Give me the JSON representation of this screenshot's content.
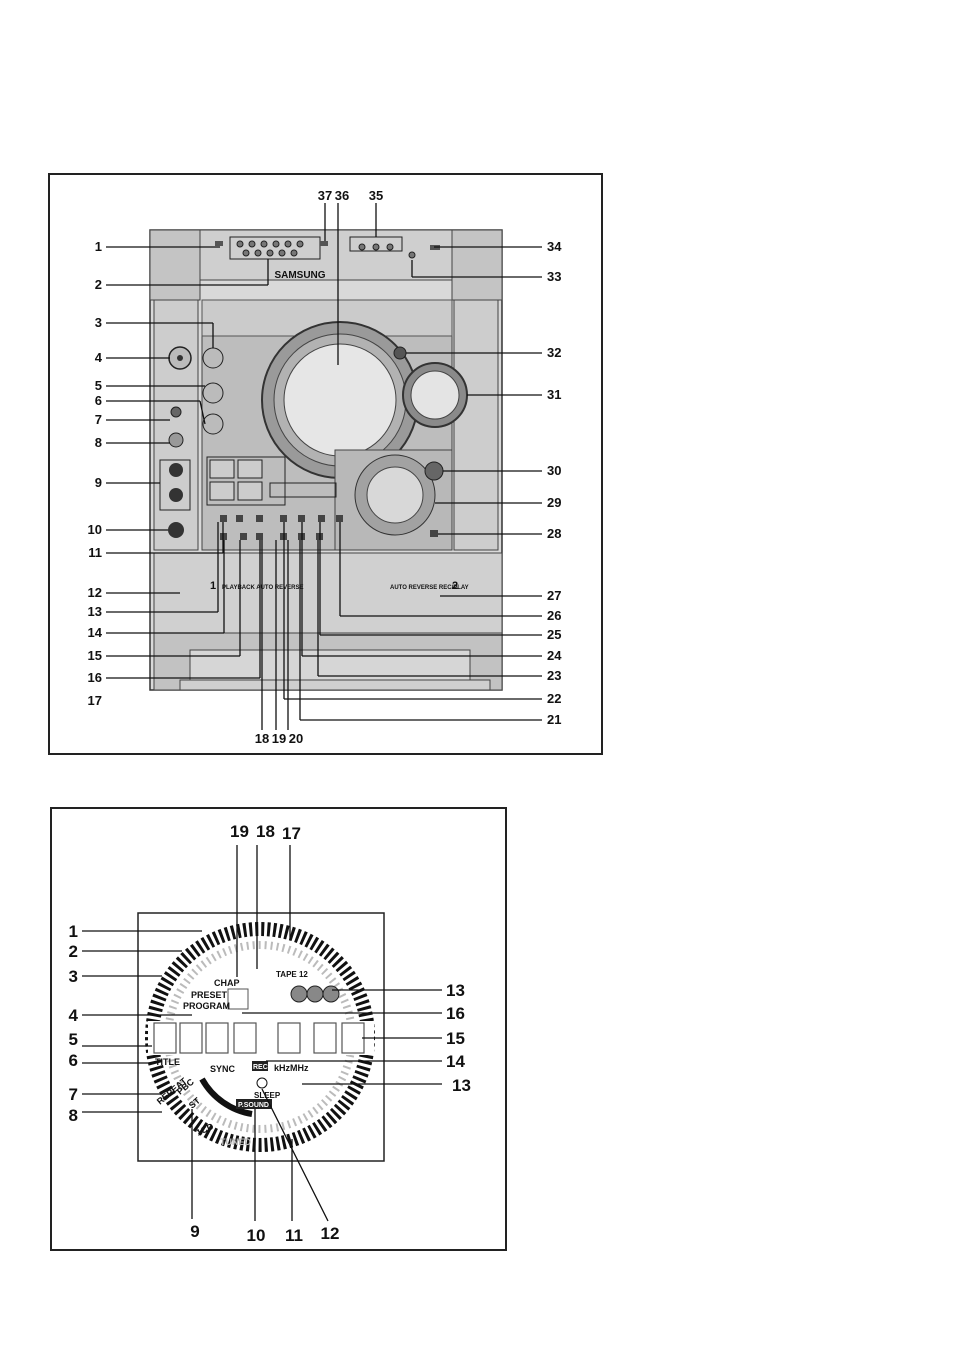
{
  "front_panel": {
    "brand": "SAMSUNG",
    "deck1_label": "1",
    "deck1_text": "PLAYBACK AUTO REVERSE",
    "deck2_label": "2",
    "deck2_text": "AUTO REVERSE REC/PLAY",
    "left_callouts": [
      "1",
      "2",
      "3",
      "4",
      "5",
      "6",
      "7",
      "8",
      "9",
      "10",
      "11",
      "12",
      "13",
      "14",
      "15",
      "16",
      "17"
    ],
    "right_callouts": [
      "34",
      "33",
      "32",
      "31",
      "30",
      "29",
      "28",
      "27",
      "26",
      "25",
      "24",
      "23",
      "22",
      "21"
    ],
    "top_callouts": [
      "37",
      "36",
      "35"
    ],
    "bottom_callouts": [
      "18",
      "19",
      "20"
    ]
  },
  "display_panel": {
    "top_callouts": [
      "19",
      "18",
      "17"
    ],
    "left_callouts": [
      "1",
      "2",
      "3",
      "4",
      "5",
      "6",
      "7",
      "8"
    ],
    "right_callouts": [
      "13",
      "16",
      "15",
      "14",
      "13"
    ],
    "bottom_callouts": [
      "9",
      "10",
      "11",
      "12"
    ],
    "indicators": {
      "chap": "CHAP",
      "tape": "TAPE 12",
      "preset": "PRESET",
      "program": "PROGRAM",
      "title": "TITLE",
      "sync": "SYNC",
      "rec": "REC",
      "khzmhz": "kHzMHz",
      "sleep": "SLEEP",
      "psound": "P.SOUND",
      "pbc": "PBC",
      "st": "ST",
      "repeat": "REPEAT",
      "onecd": "1CD",
      "tuned": "TUNED"
    }
  }
}
